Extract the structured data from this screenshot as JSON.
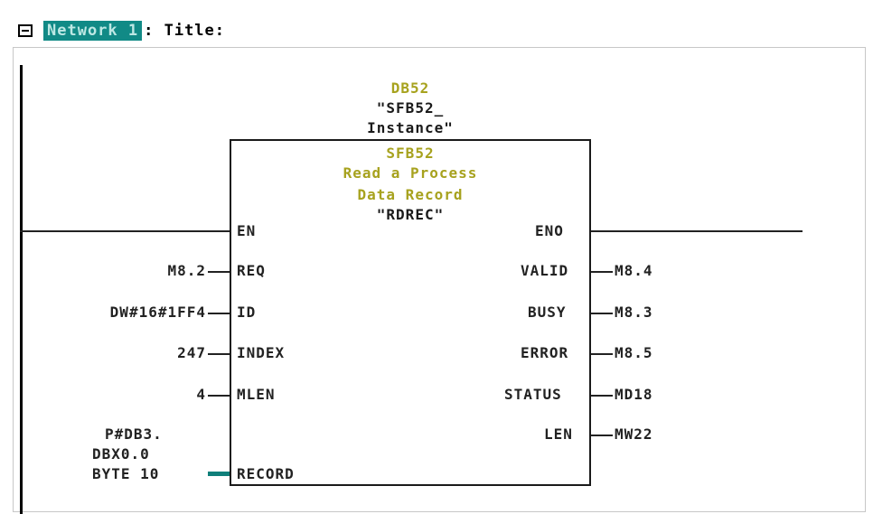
{
  "network": {
    "label": "Network 1",
    "title_text": ": Title:"
  },
  "block": {
    "instance_db": "DB52",
    "instance_name_line1": "\"SFB52_",
    "instance_name_line2": "Instance\"",
    "fb_number": "SFB52",
    "description_line1": "Read a Process",
    "description_line2": "Data Record",
    "symbol": "\"RDREC\""
  },
  "inputs": [
    {
      "pin": "EN",
      "operand": ""
    },
    {
      "pin": "REQ",
      "operand": "M8.2"
    },
    {
      "pin": "ID",
      "operand": "DW#16#1FF4"
    },
    {
      "pin": "INDEX",
      "operand": "247"
    },
    {
      "pin": "MLEN",
      "operand": "4"
    },
    {
      "pin": "RECORD",
      "operand_line1": "P#DB3.",
      "operand_line2": "DBX0.0",
      "operand_line3": "BYTE 10"
    }
  ],
  "outputs": [
    {
      "pin": "ENO",
      "operand": ""
    },
    {
      "pin": "VALID",
      "operand": "M8.4"
    },
    {
      "pin": "BUSY",
      "operand": "M8.3"
    },
    {
      "pin": "ERROR",
      "operand": "M8.5"
    },
    {
      "pin": "STATUS",
      "operand": "MD18"
    },
    {
      "pin": "LEN",
      "operand": "MW22"
    }
  ],
  "colors": {
    "network_highlight": "#118a86",
    "block_header_text": "#a7a21e",
    "line_color": "#222222"
  }
}
